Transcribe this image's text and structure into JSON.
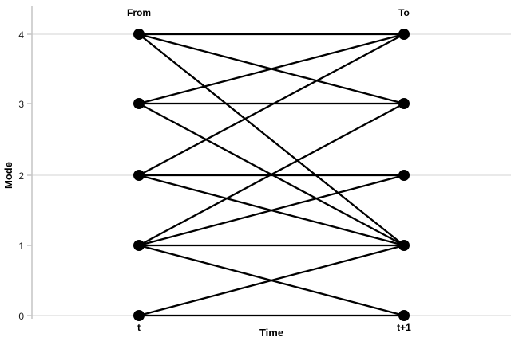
{
  "chart_data": {
    "type": "diagram",
    "title": "",
    "xlabel": "Time",
    "ylabel": "Mode",
    "x_tick_labels": [
      "t",
      "t+1"
    ],
    "y_tick_labels": [
      "0",
      "1",
      "2",
      "3",
      "4"
    ],
    "ylim": [
      0,
      4
    ],
    "grid": "horizontal gridlines at Mode 0, 2 and 4",
    "legend": "none",
    "column_headers": [
      "From",
      "To"
    ],
    "node_color": "#000000",
    "edge_color": "#000000",
    "gridline_color": "#e0e0e0",
    "axis_color": "#cccccc",
    "nodes": [
      {
        "side": "from",
        "mode": 4
      },
      {
        "side": "from",
        "mode": 3
      },
      {
        "side": "from",
        "mode": 2
      },
      {
        "side": "from",
        "mode": 1
      },
      {
        "side": "from",
        "mode": 0
      },
      {
        "side": "to",
        "mode": 4
      },
      {
        "side": "to",
        "mode": 3
      },
      {
        "side": "to",
        "mode": 2
      },
      {
        "side": "to",
        "mode": 1
      },
      {
        "side": "to",
        "mode": 0
      }
    ],
    "edges": [
      {
        "from": 4,
        "to": 4
      },
      {
        "from": 4,
        "to": 3
      },
      {
        "from": 4,
        "to": 1
      },
      {
        "from": 3,
        "to": 4
      },
      {
        "from": 3,
        "to": 3
      },
      {
        "from": 3,
        "to": 1
      },
      {
        "from": 2,
        "to": 4
      },
      {
        "from": 2,
        "to": 2
      },
      {
        "from": 2,
        "to": 1
      },
      {
        "from": 1,
        "to": 3
      },
      {
        "from": 1,
        "to": 2
      },
      {
        "from": 1,
        "to": 1
      },
      {
        "from": 1,
        "to": 0
      },
      {
        "from": 0,
        "to": 1
      },
      {
        "from": 0,
        "to": 0
      }
    ]
  },
  "axis": {
    "y_title": "Mode",
    "x_title": "Time",
    "y_ticks": [
      "4",
      "3",
      "2",
      "1",
      "0"
    ],
    "x_ticks": [
      "t",
      "t+1"
    ]
  },
  "headers": {
    "from": "From",
    "to": "To"
  }
}
